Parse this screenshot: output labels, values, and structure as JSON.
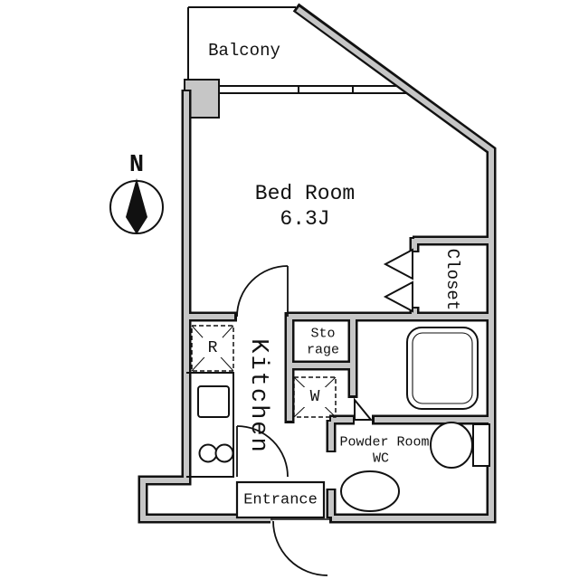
{
  "colors": {
    "background": "#ffffff",
    "wall_fill": "#c6c6c6",
    "line": "#111111"
  },
  "compass": {
    "north_label": "N"
  },
  "rooms": {
    "balcony": {
      "label": "Balcony"
    },
    "bedroom": {
      "label": "Bed Room",
      "size_label": "6.3J"
    },
    "closet": {
      "label": "Closet"
    },
    "storage": {
      "line1": "Sto",
      "line2": "rage"
    },
    "kitchen": {
      "label": "Kitchen"
    },
    "powder_room": {
      "line1": "Powder Room",
      "line2": "WC"
    },
    "entrance": {
      "label": "Entrance"
    }
  },
  "fixtures": {
    "refrigerator_label": "R",
    "washer_label": "W"
  }
}
